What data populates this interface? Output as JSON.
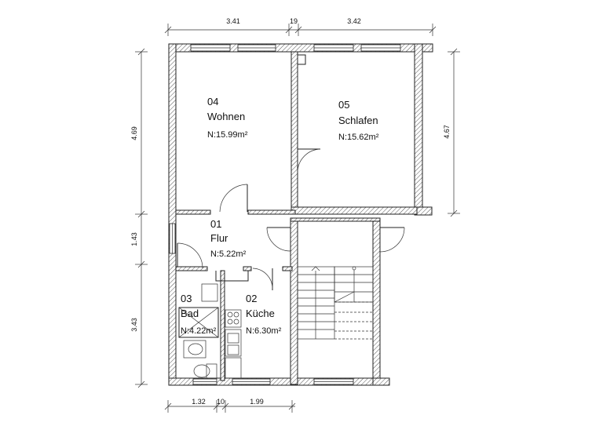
{
  "dimensions": {
    "top": [
      "3.41",
      "19",
      "3.42"
    ],
    "bottom": [
      "1.32",
      "10",
      "1.99"
    ],
    "left": [
      "4.69",
      "1.43",
      "3.43"
    ],
    "right": [
      "4.67"
    ]
  },
  "rooms": [
    {
      "number": "04",
      "name": "Wohnen",
      "area": "N:15.99m²"
    },
    {
      "number": "05",
      "name": "Schlafen",
      "area": "N:15.62m²"
    },
    {
      "number": "01",
      "name": "Flur",
      "area": "N:5.22m²"
    },
    {
      "number": "03",
      "name": "Bad",
      "area": "N:4.22m²"
    },
    {
      "number": "02",
      "name": "Küche",
      "area": "N:6.30m²"
    }
  ]
}
